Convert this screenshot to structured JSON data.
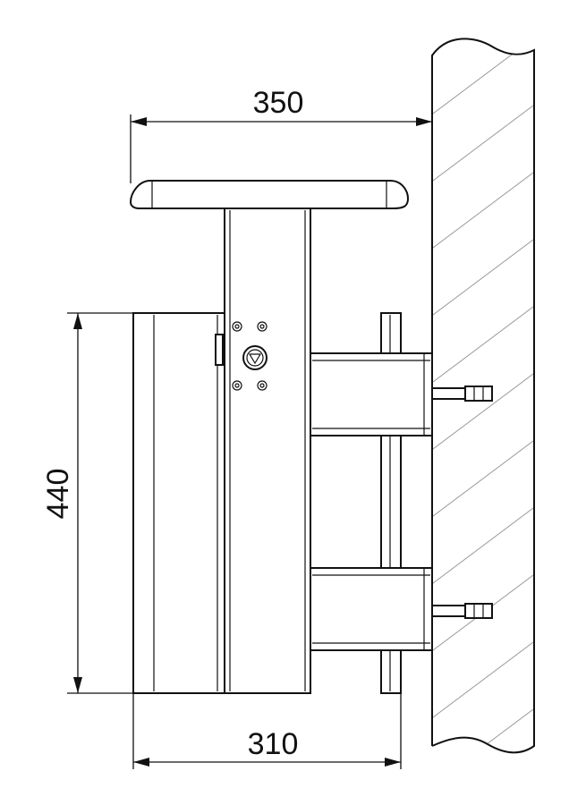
{
  "dimensions": {
    "top_width": "350",
    "height": "440",
    "bottom_width": "310"
  },
  "colors": {
    "line": "#111111",
    "hatch": "#9a9a9a",
    "background": "#ffffff"
  }
}
